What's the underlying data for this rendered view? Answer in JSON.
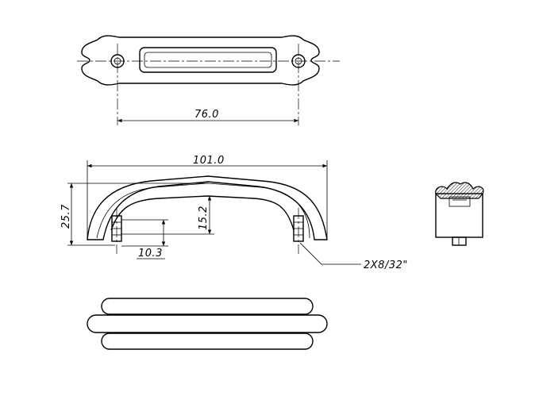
{
  "drawing": {
    "dimensions": {
      "hole_spacing": "76.0",
      "overall_length": "101.0",
      "overall_height": "25.7",
      "clearance_height": "15.2",
      "post_offset": "10.3",
      "screw_spec": "2X8/32\""
    }
  }
}
